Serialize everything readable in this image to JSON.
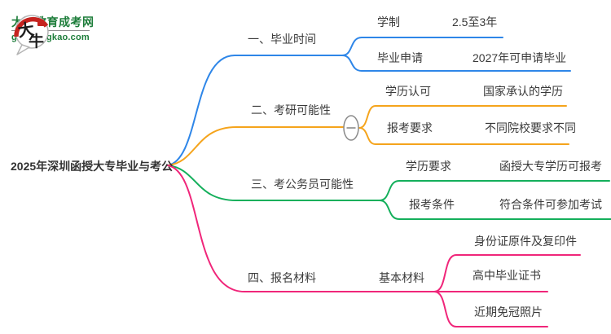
{
  "logo": {
    "site_name": "大牛教育成考网",
    "site_url": "gz-chengkao.com",
    "badge_top": "大",
    "badge_bottom": "牛",
    "brand_green": "#1d7d3a",
    "badge_red": "#c5231f"
  },
  "mindmap": {
    "root": "2025年深圳函授大专毕业与考公",
    "text_color": "#3a3a3a",
    "branches": [
      {
        "label": "一、毕业时间",
        "color": "#2E86E8",
        "children": [
          {
            "key": "学制",
            "value": "2.5至3年"
          },
          {
            "key": "毕业申请",
            "value": "2027年可申请毕业"
          }
        ]
      },
      {
        "label": "二、考研可能性",
        "color": "#F5A41C",
        "has_collapse_button": "minus",
        "children": [
          {
            "key": "学历认可",
            "value": "国家承认的学历"
          },
          {
            "key": "报考要求",
            "value": "不同院校要求不同"
          }
        ]
      },
      {
        "label": "三、考公务员可能性",
        "color": "#14AF5B",
        "children": [
          {
            "key": "学历要求",
            "value": "函授大专学历可报考"
          },
          {
            "key": "报考条件",
            "value": "符合条件可参加考试"
          }
        ]
      },
      {
        "label": "四、报名材料",
        "color": "#F0267A",
        "children": [
          {
            "key": "基本材料",
            "items": [
              "身份证原件及复印件",
              "高中毕业证书",
              "近期免冠照片"
            ]
          }
        ]
      }
    ]
  }
}
